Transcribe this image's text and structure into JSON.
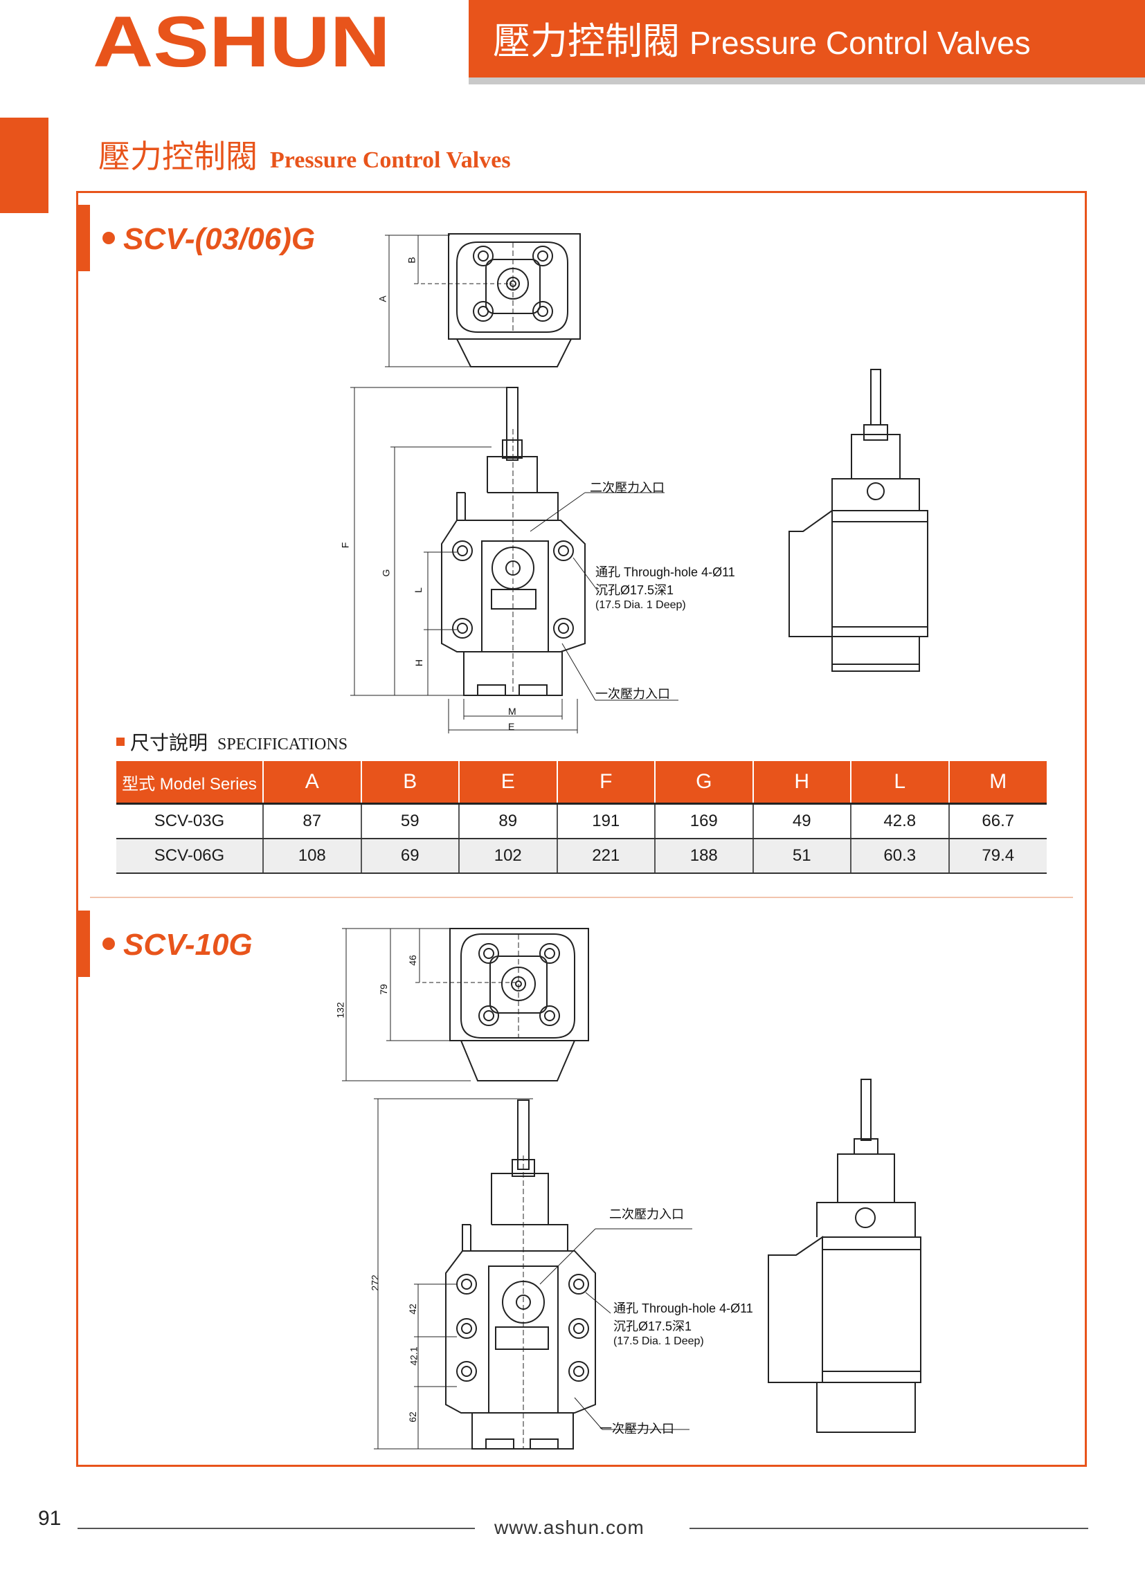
{
  "brand": {
    "logo_text": "ASHUN",
    "accent_color": "#e8541b"
  },
  "header": {
    "title_zh": "壓力控制閥",
    "title_en": "Pressure Control Valves"
  },
  "section": {
    "title_zh": "壓力控制閥",
    "title_en": "Pressure Control Valves"
  },
  "model1": {
    "title": "SCV-(03/06)G",
    "dims": {
      "a": "A",
      "b": "B",
      "e": "E",
      "f": "F",
      "g": "G",
      "h": "H",
      "l": "L",
      "m": "M"
    },
    "callouts": {
      "secondary": "二次壓力入口",
      "through_hole": "通孔 Through-hole 4-Ø11",
      "counterbore": "沉孔Ø17.5深1",
      "counterbore_en": "(17.5 Dia. 1 Deep)",
      "primary": "一次壓力入口"
    }
  },
  "specs": {
    "title_zh": "尺寸說明",
    "title_en": "SPECIFICATIONS",
    "header_first": "型式 Model Series",
    "columns": [
      "A",
      "B",
      "E",
      "F",
      "G",
      "H",
      "L",
      "M"
    ],
    "rows": [
      {
        "model": "SCV-03G",
        "values": [
          "87",
          "59",
          "89",
          "191",
          "169",
          "49",
          "42.8",
          "66.7"
        ]
      },
      {
        "model": "SCV-06G",
        "values": [
          "108",
          "69",
          "102",
          "221",
          "188",
          "51",
          "60.3",
          "79.4"
        ]
      }
    ]
  },
  "model2": {
    "title": "SCV-10G",
    "dims": {
      "d46": "46",
      "d79": "79",
      "d132": "132",
      "d272": "272",
      "d42": "42",
      "d421": "42.1",
      "d62": "62"
    },
    "callouts": {
      "secondary": "二次壓力入口",
      "through_hole": "通孔 Through-hole 4-Ø11",
      "counterbore": "沉孔Ø17.5深1",
      "counterbore_en": "(17.5 Dia. 1 Deep)",
      "primary": "一次壓力入口"
    }
  },
  "footer": {
    "page_number": "91",
    "url": "www.ashun.com"
  }
}
